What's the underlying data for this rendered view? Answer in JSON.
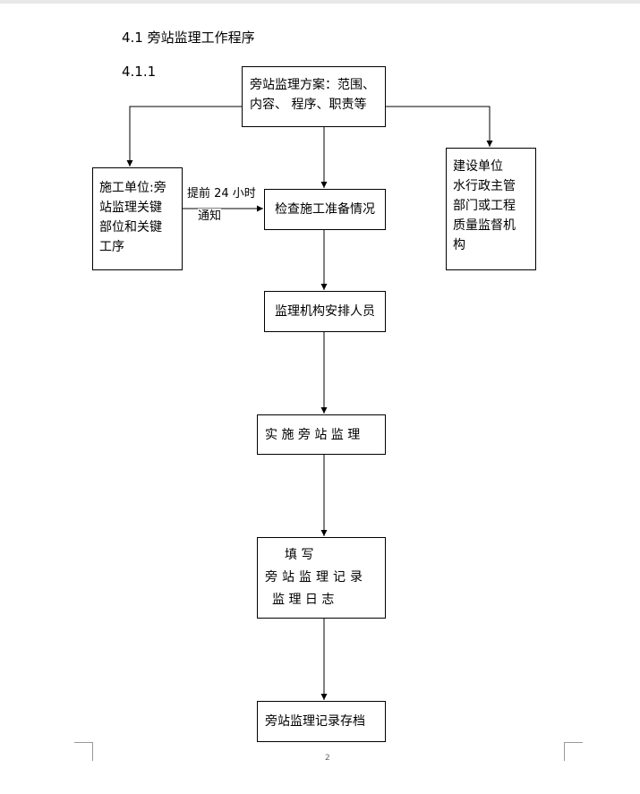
{
  "heading": {
    "section": "4.1 旁站监理工作程序",
    "subsection": "4.1.1"
  },
  "nodes": {
    "plan": [
      "旁站监理方案：范围、",
      "内容、 程序、职责等"
    ],
    "contractor": [
      "施工单位:旁",
      "站监理关键",
      "部位和关键",
      "工序"
    ],
    "check": "检查施工准备情况",
    "owner": [
      "建设单位",
      "水行政主管",
      "部门或工程",
      "质量监督机",
      "构"
    ],
    "arrange": "监理机构安排人员",
    "implement": "实 施 旁 站 监 理",
    "record": [
      "填    写",
      "旁站监理记录",
      "监 理 日 志"
    ],
    "archive": "旁站监理记录存档"
  },
  "edges": {
    "notify_label": [
      "提前 24 小时",
      "通知"
    ]
  },
  "footer": {
    "page_number": "2"
  }
}
